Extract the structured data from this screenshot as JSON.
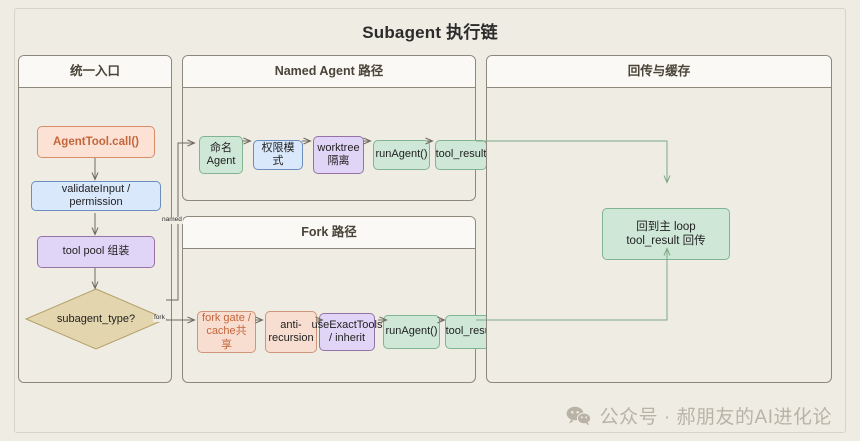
{
  "diagram": {
    "title": "Subagent 执行链",
    "type": "flowchart",
    "background_color": "#efece4"
  },
  "subgraphs": [
    {
      "id": "entry",
      "title": "统一入口"
    },
    {
      "id": "named",
      "title": "Named Agent 路径"
    },
    {
      "id": "fork",
      "title": "Fork 路径"
    },
    {
      "id": "return",
      "title": "回传与缓存"
    }
  ],
  "nodes": {
    "entry": [
      {
        "id": "agenttool",
        "label": "AgentTool.call()",
        "shape": "rounded-rect",
        "color": "#fbe2d5",
        "border": "#d98b6a",
        "text_color": "#c4663c"
      },
      {
        "id": "validate",
        "label": "validateInput / permission",
        "shape": "rounded-rect",
        "color": "#dae8fc",
        "border": "#6c8ebf",
        "text_color": "#1f1f1f"
      },
      {
        "id": "toolpool",
        "label": "tool pool 组装",
        "shape": "rounded-rect",
        "color": "#e1d5f7",
        "border": "#9673a6",
        "text_color": "#1f1f1f"
      },
      {
        "id": "subagenttype",
        "label": "subagent_type?",
        "shape": "diamond",
        "color": "#e3d5ad",
        "border": "#b5a06a",
        "text_color": "#1f1f1f"
      }
    ],
    "named": [
      {
        "id": "named-agent",
        "label": "命名\nAgent",
        "shape": "rounded-rect",
        "color": "#cfe7d6",
        "border": "#82b393",
        "text_color": "#1f1f1f"
      },
      {
        "id": "perm-mode",
        "label": "权限模式",
        "shape": "rounded-rect",
        "color": "#dae8fc",
        "border": "#6c8ebf",
        "text_color": "#1f1f1f"
      },
      {
        "id": "worktree",
        "label": "worktree\n隔离",
        "shape": "rounded-rect",
        "color": "#e1d5f7",
        "border": "#9673a6",
        "text_color": "#1f1f1f"
      },
      {
        "id": "runagent-n",
        "label": "runAgent()",
        "shape": "rounded-rect",
        "color": "#cfe7d6",
        "border": "#82b393",
        "text_color": "#1f1f1f"
      },
      {
        "id": "toolresult-n",
        "label": "tool_result",
        "shape": "rounded-rect",
        "color": "#cfe7d6",
        "border": "#82b393",
        "text_color": "#1f1f1f"
      }
    ],
    "fork": [
      {
        "id": "forkgate",
        "label": "fork gate /\ncache共享",
        "shape": "rounded-rect",
        "color": "#f7ded0",
        "border": "#cf9578",
        "text_color": "#c4663c"
      },
      {
        "id": "antirecursion",
        "label": "anti-\nrecursion",
        "shape": "rounded-rect",
        "color": "#f7ded0",
        "border": "#cf9578",
        "text_color": "#1f1f1f"
      },
      {
        "id": "useexact",
        "label": "useExactTools\n/ inherit",
        "shape": "rounded-rect",
        "color": "#e1d5f7",
        "border": "#9673a6",
        "text_color": "#1f1f1f"
      },
      {
        "id": "runagent-f",
        "label": "runAgent()",
        "shape": "rounded-rect",
        "color": "#cfe7d6",
        "border": "#82b393",
        "text_color": "#1f1f1f"
      },
      {
        "id": "toolresult-f",
        "label": "tool_result",
        "shape": "rounded-rect",
        "color": "#cfe7d6",
        "border": "#82b393",
        "text_color": "#1f1f1f"
      }
    ],
    "return": [
      {
        "id": "mainloop",
        "label": "回到主 loop\ntool_result 回传",
        "shape": "rounded-rect",
        "color": "#cfe7d6",
        "border": "#82b393",
        "text_color": "#1f1f1f"
      }
    ]
  },
  "edge_labels": {
    "named": "named",
    "fork": "fork"
  },
  "watermark": {
    "icon": "wechat-icon",
    "text": "公众号 · 郝朋友的AI进化论",
    "color": "#b8b3a6"
  }
}
